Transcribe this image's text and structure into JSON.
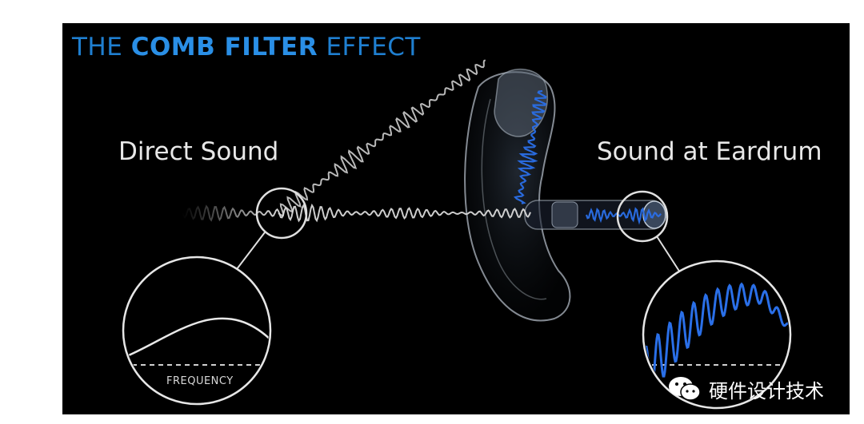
{
  "title": {
    "prefix": "THE ",
    "emphasis": "COMB FILTER",
    "suffix": " EFFECT"
  },
  "labels": {
    "direct": "Direct Sound",
    "eardrum": "Sound at Eardrum"
  },
  "axis": {
    "left_label": "FREQUENCY"
  },
  "watermark": {
    "text": "硬件设计技术",
    "icon": "wechat-icon"
  },
  "colors": {
    "title": "#1f7fd0",
    "wave_white": "#d9d9d9",
    "wave_blue": "#2a6fe8",
    "background": "#000000"
  }
}
